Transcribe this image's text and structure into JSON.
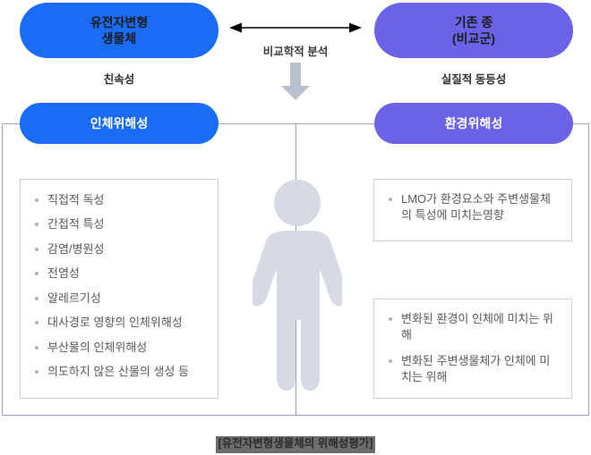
{
  "diagram": {
    "top_row": {
      "left_box": {
        "label": "유전자변형\n생물체",
        "color": "#1a6cf5",
        "caption": "친속성"
      },
      "right_box": {
        "label": "기존 종\n(비교군)",
        "color": "#6a63e8",
        "caption": "실질적 동등성"
      },
      "connector_label": "비교학적 분석"
    },
    "second_row": {
      "left_box": {
        "label": "인체위해성",
        "color": "#1a6cf5"
      },
      "right_box": {
        "label": "환경위해성",
        "color": "#6a63e8"
      }
    },
    "human_risk_items": [
      "직접적 독성",
      "간접적 특성",
      "감염/병원성",
      "전염성",
      "알레르기성",
      "대사경로 영향의 인체위해성",
      "부산물의 인체위해성",
      "의도하지 않은 산물의 생성 등"
    ],
    "environment_risk_card_1": [
      "LMO가 환경요소와 주변생물체의 특성에 미치는영향"
    ],
    "environment_risk_card_2": [
      "변화된 환경이 인체에 미치는 위해",
      "변화된 주변생물체가 인체에 미치는 위해"
    ],
    "center_figure": {
      "icon": "person-silhouette-icon",
      "color": "#d6dae4"
    },
    "bottom_caption": "[유전자변형생물체의 위해성평가]",
    "frame_color": "#9aa3bd",
    "card_border_color": "#cfcfcf",
    "bullet_text_color": "#5a5a5a"
  }
}
